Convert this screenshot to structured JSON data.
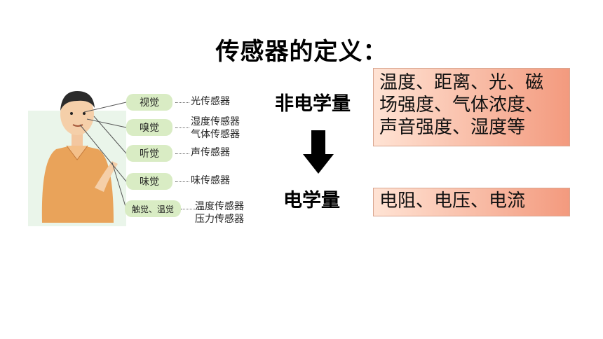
{
  "title": "传感器的定义：",
  "illustration": {
    "senses": [
      {
        "name": "视觉",
        "sensors": [
          "光传感器"
        ]
      },
      {
        "name": "嗅觉",
        "sensors": [
          "湿度传感器",
          "气体传感器"
        ]
      },
      {
        "name": "听觉",
        "sensors": [
          "声传感器"
        ]
      },
      {
        "name": "味觉",
        "sensors": [
          "味传感器"
        ]
      },
      {
        "name": "触觉、温觉",
        "sensors": [
          "温度传感器",
          "压力传感器"
        ]
      }
    ]
  },
  "definition": {
    "source_label": "非电学量",
    "target_label": "电学量",
    "source_examples": [
      "温度、距离、光、磁",
      "场强度、气体浓度、",
      "声音强度、湿度等"
    ],
    "target_examples": "电阻、电压、电流"
  },
  "colors": {
    "box_light": "#ffe3d4",
    "box_dark": "#f39a7e",
    "sense_bg": "#d9ecc4",
    "shirt": "#e9a35a"
  }
}
